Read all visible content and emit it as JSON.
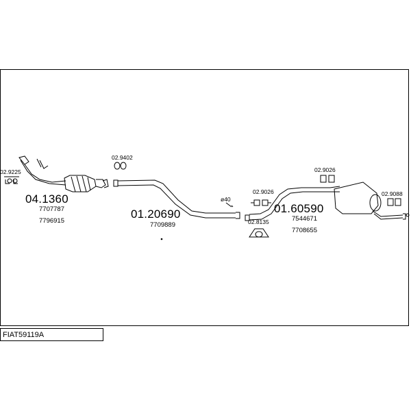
{
  "diagram_code": "FIAT59119A",
  "parts": {
    "front_pipe": {
      "number": "04.1360",
      "oem_1": "7707787",
      "oem_2": "7796915"
    },
    "middle_pipe": {
      "number": "01.20690",
      "oem_1": "7709889"
    },
    "rear_silencer": {
      "number": "01.60590",
      "oem_1": "7544671",
      "oem_2": "7708655"
    }
  },
  "fittings": {
    "f_9225": "02.9225",
    "f_9402": "02.9402",
    "f_9026_a": "02.9026",
    "f_8135": "02.8135",
    "f_9026_b": "02.9026",
    "f_9088": "02.9088"
  },
  "dimension": "ø40"
}
